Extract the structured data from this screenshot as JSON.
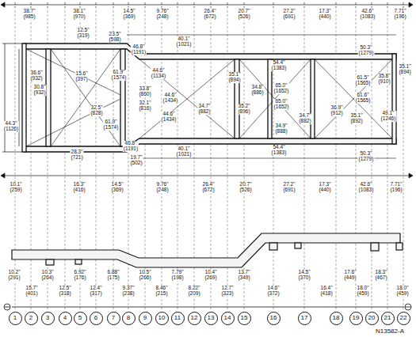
{
  "diagram": {
    "nodes": [
      {
        "text": [
          "1"
        ]
      },
      {
        "text": [
          "2"
        ]
      },
      {
        "text": [
          "3"
        ]
      },
      {
        "text": [
          "4"
        ]
      },
      {
        "text": [
          "5"
        ]
      },
      {
        "text": [
          "6"
        ]
      },
      {
        "text": [
          "7"
        ]
      },
      {
        "text": [
          "8"
        ]
      },
      {
        "text": [
          "9"
        ]
      },
      {
        "text": [
          "10"
        ]
      },
      {
        "text": [
          "11"
        ]
      },
      {
        "text": [
          "12"
        ]
      },
      {
        "text": [
          "13"
        ]
      },
      {
        "text": [
          "14"
        ]
      },
      {
        "text": [
          "15"
        ]
      },
      {
        "text": [
          "16"
        ]
      },
      {
        "text": [
          "17"
        ]
      },
      {
        "text": [
          "18"
        ]
      },
      {
        "text": [
          "19"
        ]
      },
      {
        "text": [
          "20"
        ]
      },
      {
        "text": [
          "21"
        ]
      },
      {
        "text": [
          "22"
        ]
      }
    ],
    "labels": [
      "38.7\" (985)",
      "38.1\" (970)",
      "14.5\" (369)",
      "9.76\" (248)",
      "26.4\" (672)",
      "20.7\" (526)",
      "27.2\" (691)",
      "17.3\" (440)",
      "42.6\" (1083)",
      "7.71\" (196)",
      "12.5\" (319)",
      "23.5\" (598)",
      "46.8\" (1191)",
      "40.1\" (1021)",
      "54.4\" (1383)",
      "50.3\" (1279)",
      "36.6\" (932)",
      "15.6\" (397)",
      "61.9\" (1574)",
      "44.6\" (1134)",
      "33.8\" (860)",
      "32.1\" (816)",
      "44.6\" (1434)",
      "44.6\" (1434)",
      "34.7\" (882)",
      "35.1\" (894)",
      "34.8\" (886)",
      "35.2\" (896)",
      "65.0\" (1652)",
      "65.0\" (1652)",
      "34.7\" (882)",
      "34.9\" (888)",
      "36.9\" (912)",
      "61.5\" (1565)",
      "61.6\" (1565)",
      "35.8\" (910)",
      "35.1\" (892)",
      "49.1\" (1246)",
      "35.1\" (894)",
      "30.8\" (932)",
      "44.3\" (1126)",
      "32.5\" (828)",
      "61.9\" (1574)",
      "28.3\" (721)",
      "46.8\" (1191)",
      "19.7\" (502)",
      "40.1\" (1021)",
      "54.4\" (1383)",
      "50.3\" (1279)",
      "10.1\" (259)",
      "16.3\" (416)",
      "14.5\" (369)",
      "9.76\" (248)",
      "26.4\" (672)",
      "20.7\" (526)",
      "27.2\" (691)",
      "17.3\" (440)",
      "42.6\" (1083)",
      "7.71\" (196)",
      "10.2\" (291)",
      "15.7\" (401)",
      "10.3\" (264)",
      "12.5\" (318)",
      "6.92\" (176)",
      "12.4\" (317)",
      "6.88\" (175)",
      "9.37\" (238)",
      "10.5\" (266)",
      "8.46\" (215)",
      "7.79\" (198)",
      "8.22\" (209)",
      "10.4\" (269)",
      "12.7\" (323)",
      "13.7\" (349)",
      "14.6\" (372)",
      "14.5\" (370)",
      "16.4\" (418)",
      "17.6\" (449)",
      "18.0\" (459)",
      "18.3\" (467)",
      "18.0\" (459)",
      "N13582-A"
    ]
  }
}
